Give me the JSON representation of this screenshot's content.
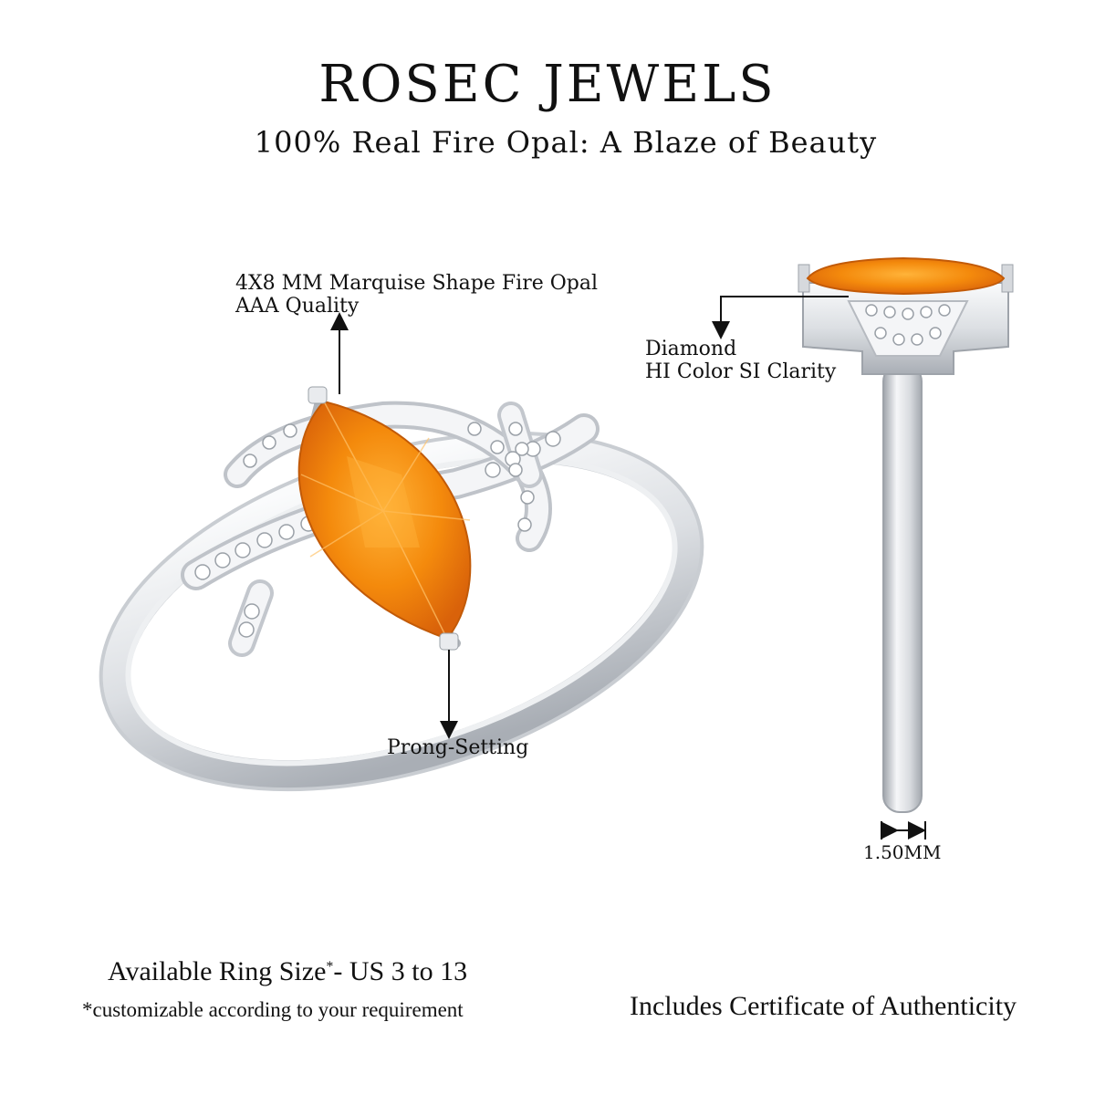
{
  "header": {
    "brand": "ROSEC JEWELS",
    "tagline": "100% Real Fire Opal: A Blaze of Beauty"
  },
  "callouts": {
    "stone_line1": "4X8 MM Marquise Shape Fire Opal",
    "stone_line2": "AAA Quality",
    "setting": "Prong-Setting",
    "diamond_line1": "Diamond",
    "diamond_line2": "HI Color SI Clarity",
    "band_width": "1.50MM"
  },
  "footer": {
    "size_label": "Available Ring Size",
    "size_star": "*",
    "size_value": "- US 3 to 13",
    "size_note": "*customizable according to your requirement",
    "certificate": "Includes Certificate of Authenticity"
  },
  "colors": {
    "opal": "#f08a0a",
    "metal": "#e4e6e9",
    "metal_shadow": "#b9bdc3"
  }
}
